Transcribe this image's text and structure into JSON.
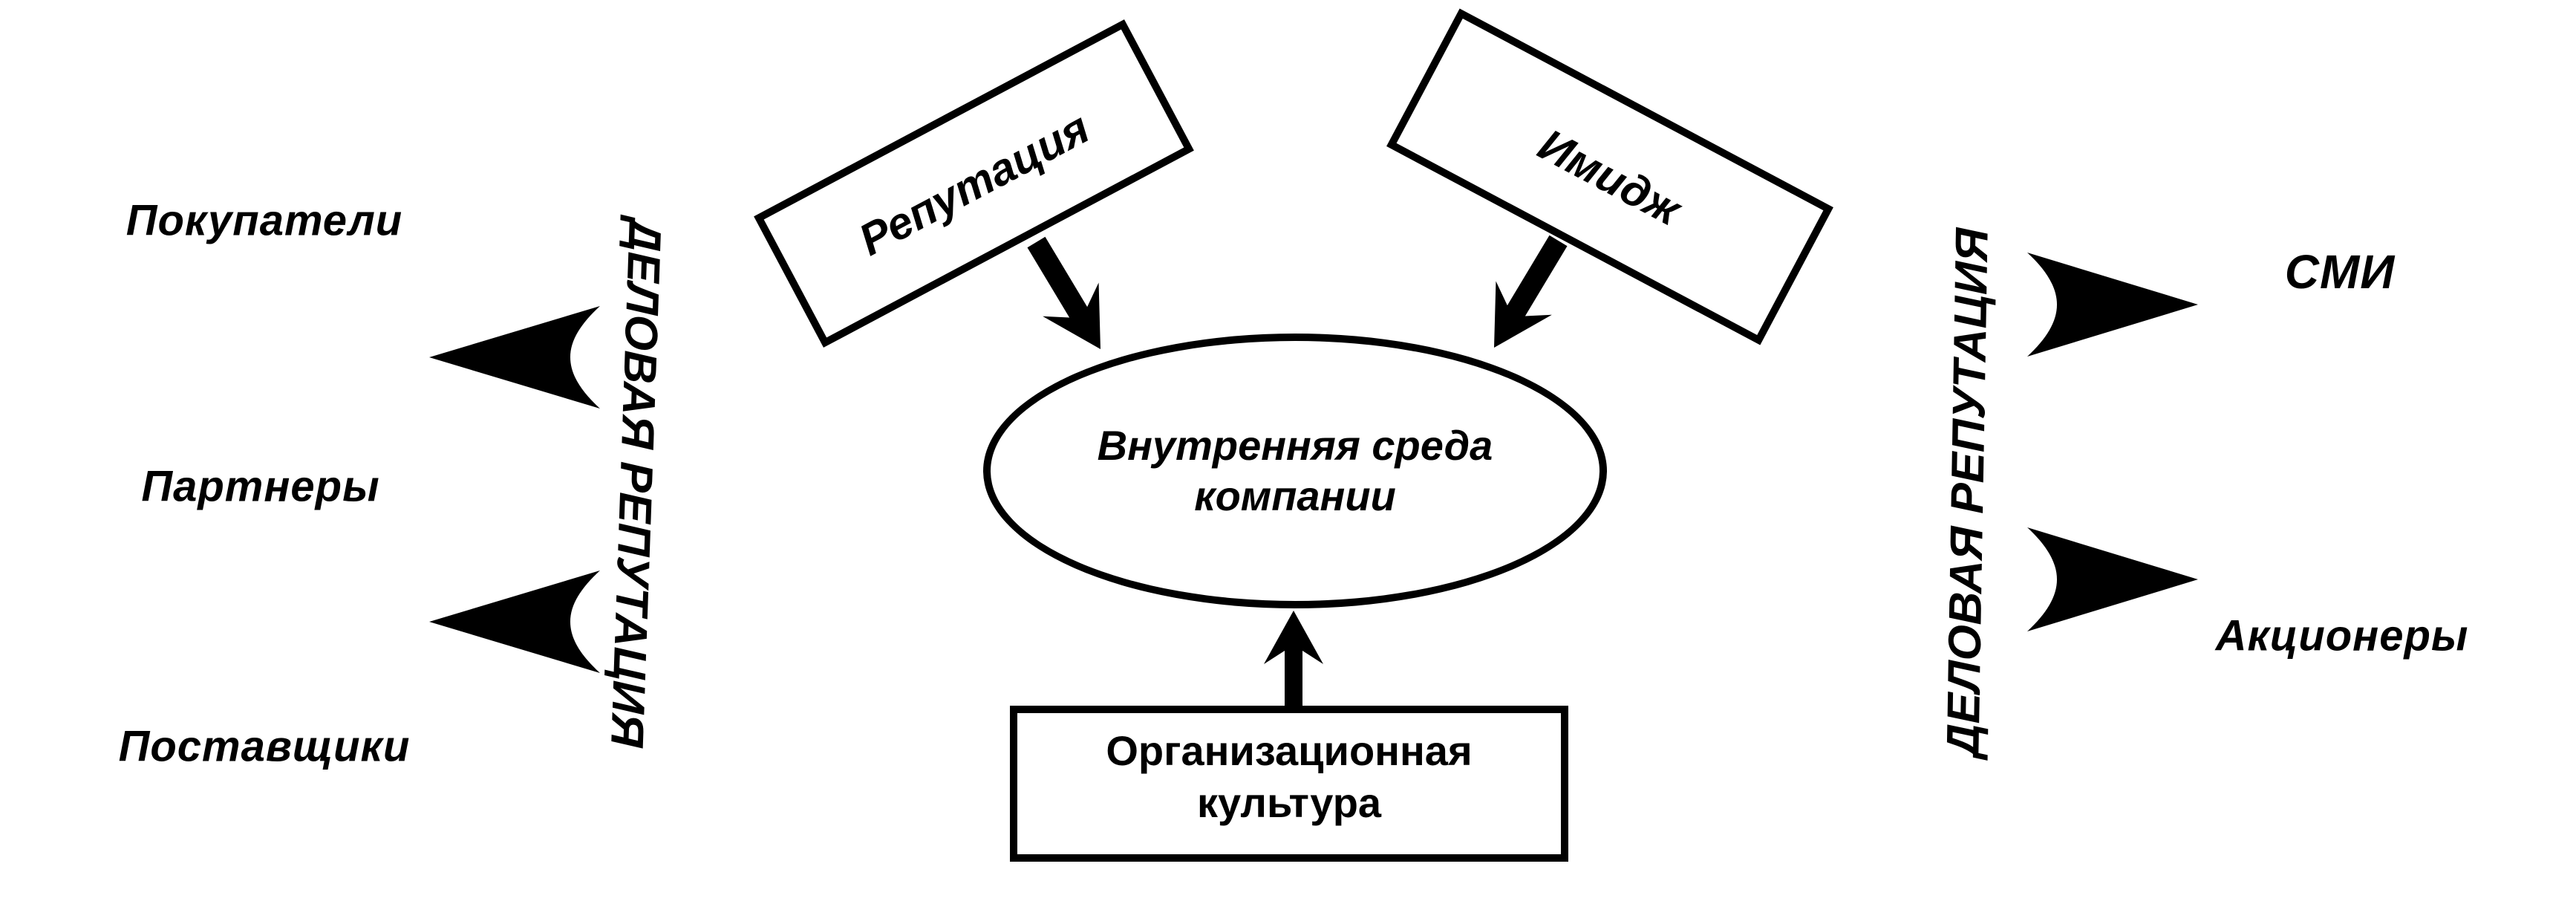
{
  "diagram": {
    "left_column": {
      "items": [
        {
          "label": "Покупатели"
        },
        {
          "label": "Партнеры"
        },
        {
          "label": "Поставщики"
        }
      ]
    },
    "right_column": {
      "items": [
        {
          "label": "СМИ"
        },
        {
          "label": "Акционеры"
        }
      ]
    },
    "left_vertical_label": "ДЕЛОВАЯ РЕПУТАЦИЯ",
    "right_vertical_label": "ДЕЛОВАЯ РЕПУТАЦИЯ",
    "nodes": {
      "reputation": {
        "label": "Репутация"
      },
      "image": {
        "label": "Имидж"
      },
      "internal_environment": {
        "line1": "Внутренняя среда",
        "line2": "компании"
      },
      "organizational_culture": {
        "line1": "Организационная",
        "line2": "культура"
      }
    },
    "colors": {
      "ink": "#000000",
      "paper": "#ffffff"
    }
  }
}
